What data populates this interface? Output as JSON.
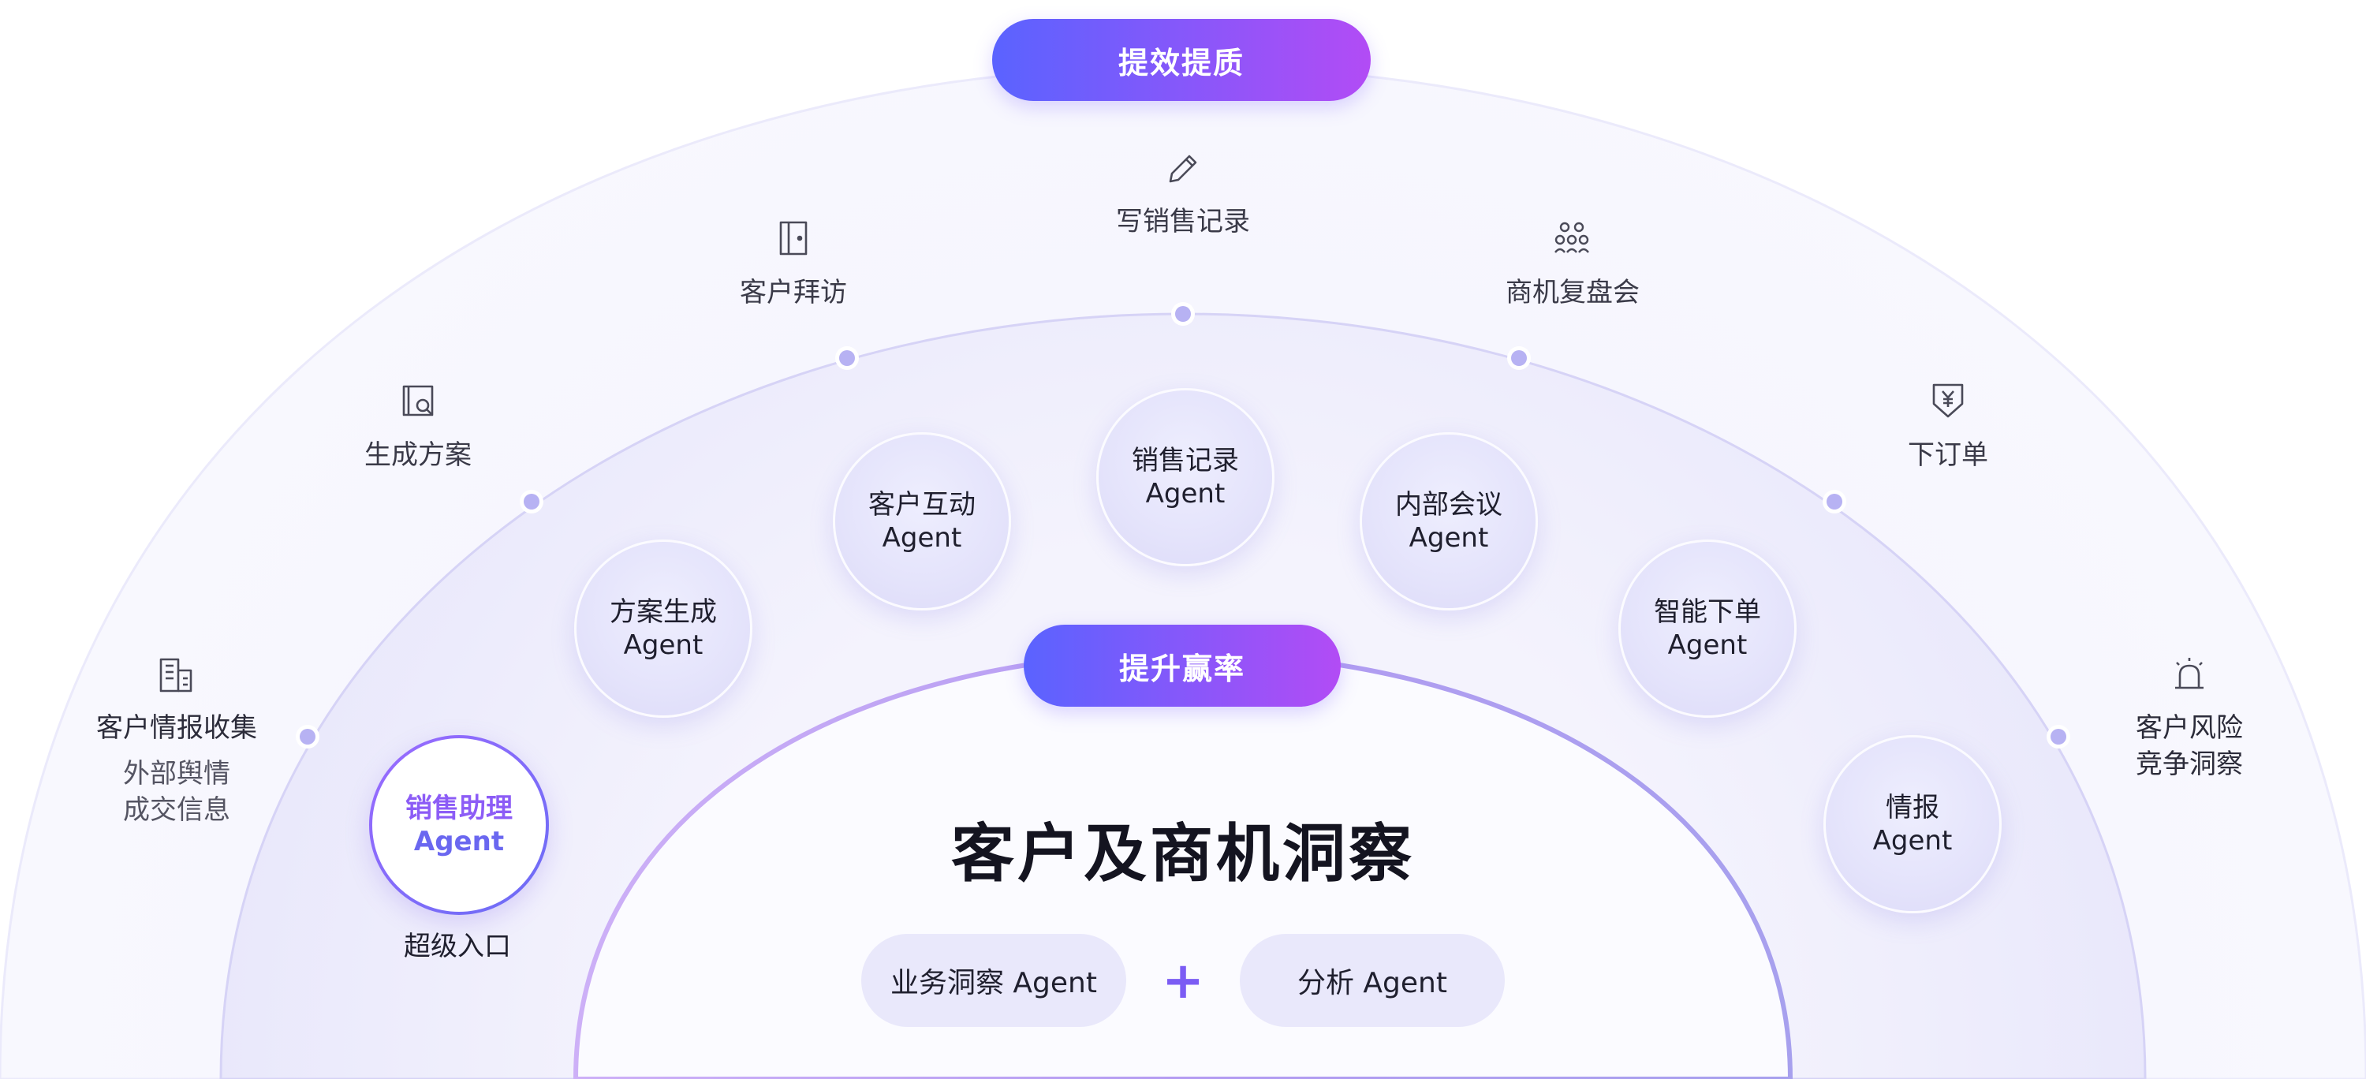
{
  "colors": {
    "pill_gradient_start": "#5a63ff",
    "pill_gradient_end": "#b24cf5",
    "node_dot": "#b7b2f3",
    "inner_arc": "#c3a8f5",
    "plus": "#7b5cf4"
  },
  "top_badge": "提效提质",
  "middle_badge": "提升赢率",
  "center": {
    "title": "客户及商机洞察",
    "agents": [
      "业务洞察 Agent",
      "分析 Agent"
    ],
    "plus": "+"
  },
  "agents": [
    {
      "line1": "销售助理",
      "line2": "Agent",
      "featured": true
    },
    {
      "line1": "方案生成",
      "line2": "Agent"
    },
    {
      "line1": "客户互动",
      "line2": "Agent"
    },
    {
      "line1": "销售记录",
      "line2": "Agent"
    },
    {
      "line1": "内部会议",
      "line2": "Agent"
    },
    {
      "line1": "智能下单",
      "line2": "Agent"
    },
    {
      "line1": "情报",
      "line2": "Agent"
    }
  ],
  "super_entry_label": "超级入口",
  "scenarios": [
    {
      "icon": "building-document-icon",
      "title": "客户情报收集",
      "subtitle_lines": [
        "外部舆情",
        "成交信息"
      ]
    },
    {
      "icon": "blueprint-search-icon",
      "title": "生成方案"
    },
    {
      "icon": "door-icon",
      "title": "客户拜访"
    },
    {
      "icon": "pencil-icon",
      "title": "写销售记录"
    },
    {
      "icon": "group-icon",
      "title": "商机复盘会"
    },
    {
      "icon": "order-yen-icon",
      "title": "下订单"
    },
    {
      "icon": "alarm-icon",
      "title": "客户风险",
      "subtitle_lines": [
        "竞争洞察"
      ]
    }
  ]
}
